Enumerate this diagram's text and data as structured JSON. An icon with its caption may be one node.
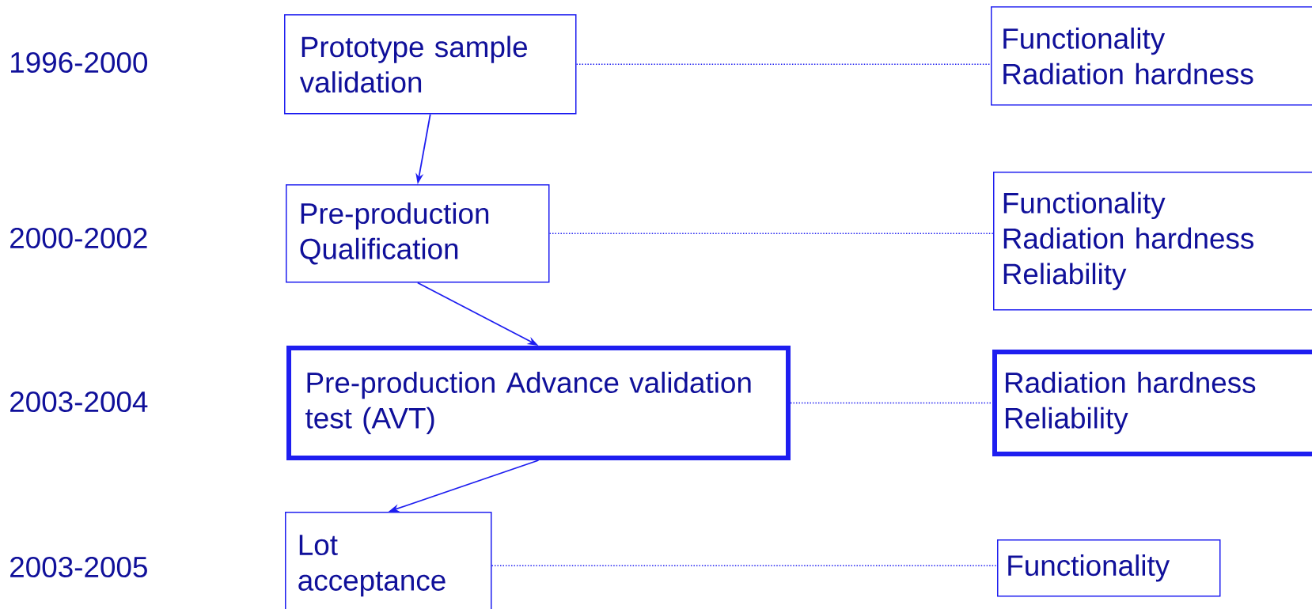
{
  "diagram": {
    "nodes": [
      {
        "text": [
          "Prototype sample validation"
        ]
      },
      {
        "text": [
          "Functionality",
          "Radiation hardness"
        ]
      },
      {
        "text": [
          "Pre-production Qualification"
        ]
      },
      {
        "text": [
          "Functionality",
          "Radiation hardness",
          "Reliability"
        ]
      },
      {
        "text": [
          "Pre-production Advance validation test (AVT)"
        ]
      },
      {
        "text": [
          "Radiation hardness",
          "Reliability"
        ]
      },
      {
        "text": [
          "Lot acceptance"
        ]
      },
      {
        "text": [
          "Functionality"
        ]
      }
    ],
    "edges": [
      {
        "from": 0,
        "to": 2,
        "arrow": "to"
      },
      {
        "from": 2,
        "to": 4,
        "arrow": "to"
      },
      {
        "from": 4,
        "to": 6,
        "arrow": "to"
      },
      {
        "from": 0,
        "to": 1,
        "arrow": "none",
        "style": "dashed"
      },
      {
        "from": 2,
        "to": 3,
        "arrow": "none",
        "style": "dashed"
      },
      {
        "from": 4,
        "to": 5,
        "arrow": "none",
        "style": "dashed"
      },
      {
        "from": 6,
        "to": 7,
        "arrow": "none",
        "style": "dashed"
      }
    ],
    "labels": [
      "1996-2000",
      "2000-2002",
      "2003-2004",
      "2003-2005"
    ]
  }
}
